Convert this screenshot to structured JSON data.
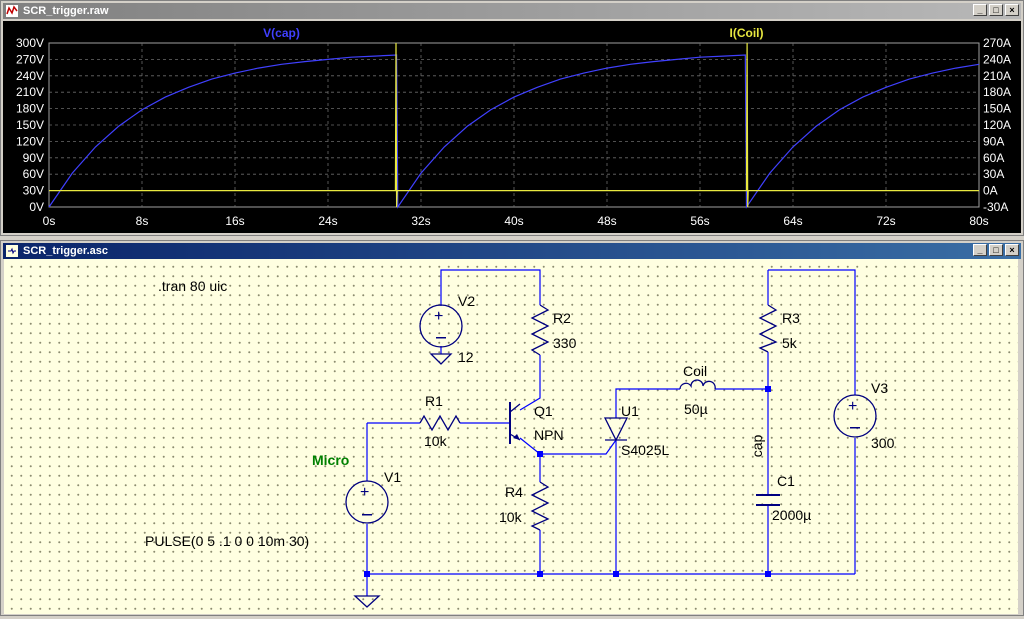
{
  "waveform_window": {
    "title": "SCR_trigger.raw",
    "trace_labels": {
      "vcap": "V(cap)",
      "icoil": "I(Coil)"
    },
    "left_ticks": [
      "300V",
      "270V",
      "240V",
      "210V",
      "180V",
      "150V",
      "120V",
      "90V",
      "60V",
      "30V",
      "0V"
    ],
    "right_ticks": [
      "270A",
      "240A",
      "210A",
      "180A",
      "150A",
      "120A",
      "90A",
      "60A",
      "30A",
      "0A",
      "-30A"
    ],
    "x_ticks": [
      "0s",
      "8s",
      "16s",
      "24s",
      "32s",
      "40s",
      "48s",
      "56s",
      "64s",
      "72s",
      "80s"
    ],
    "colors": {
      "vcap": "#4040ff",
      "icoil": "#e8e840",
      "grid": "#6b6b6b"
    }
  },
  "chart_data": {
    "type": "line",
    "title": "",
    "xlabel": "",
    "ylabel": "",
    "y2label": "",
    "xlim": [
      0,
      80
    ],
    "ylim": [
      0,
      300
    ],
    "y2lim": [
      -30,
      270
    ],
    "grid": true,
    "legend": "top",
    "series": [
      {
        "name": "V(cap)",
        "axis": "left",
        "color": "#4040ff",
        "x": [
          0,
          2,
          4,
          6,
          8,
          10,
          12,
          14,
          16,
          18,
          20,
          22,
          24,
          26,
          28,
          29.9,
          30,
          32,
          34,
          36,
          38,
          40,
          42,
          44,
          46,
          48,
          50,
          52,
          54,
          56,
          58,
          59.9,
          60,
          62,
          64,
          66,
          68,
          70,
          72,
          74,
          76,
          78,
          80
        ],
        "values": [
          0,
          62,
          110,
          148,
          178,
          201,
          219,
          234,
          245,
          254,
          261,
          266,
          270,
          274,
          276,
          278,
          0,
          62,
          110,
          148,
          178,
          201,
          219,
          234,
          245,
          254,
          261,
          266,
          270,
          274,
          276,
          278,
          0,
          62,
          110,
          148,
          178,
          201,
          219,
          234,
          245,
          254,
          261
        ]
      },
      {
        "name": "I(Coil)",
        "axis": "right",
        "color": "#e8e840",
        "x": [
          0,
          29.8,
          29.85,
          29.9,
          29.95,
          30.0,
          60.0,
          60.05,
          60.1,
          60.15,
          60.2,
          80
        ],
        "values": [
          0,
          0,
          270,
          -30,
          0,
          0,
          0,
          270,
          -30,
          0,
          0,
          0
        ]
      }
    ]
  },
  "schematic_window": {
    "title": "SCR_trigger.asc",
    "directive": ".tran 80 uic",
    "net_label": "Micro",
    "pulse_spec": "PULSE(0 5 .1 0 0 10m 30)",
    "components": {
      "v1": {
        "ref": "V1"
      },
      "v2": {
        "ref": "V2",
        "value": "12"
      },
      "v3": {
        "ref": "V3",
        "value": "300"
      },
      "r1": {
        "ref": "R1",
        "value": "10k"
      },
      "r2": {
        "ref": "R2",
        "value": "330"
      },
      "r3": {
        "ref": "R3",
        "value": "5k"
      },
      "r4": {
        "ref": "R4",
        "value": "10k"
      },
      "q1": {
        "ref": "Q1",
        "value": "NPN"
      },
      "u1": {
        "ref": "U1",
        "value": "S4025L"
      },
      "coil": {
        "ref": "Coil",
        "value": "50µ"
      },
      "c1": {
        "ref": "C1",
        "value": "2000µ"
      },
      "cap_label": "cap"
    },
    "colors": {
      "wire": "#0000ff",
      "component": "#000080",
      "net_label": "#008000"
    }
  },
  "window_buttons": {
    "minimize": "_",
    "maximize": "□",
    "close": "×"
  }
}
